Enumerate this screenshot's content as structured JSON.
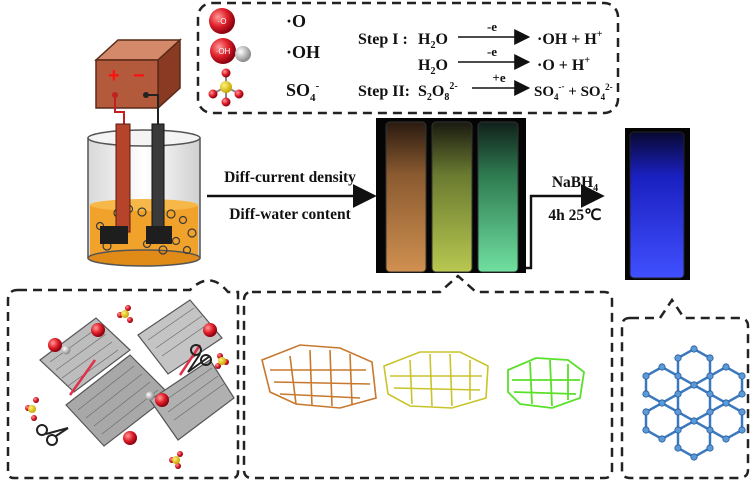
{
  "legend": {
    "radical_o": "·O",
    "radical_oh": "·OH",
    "radical_so4": "SO",
    "radical_so4_sub": "4",
    "radical_so4_sup": "-",
    "o_atom_label": "·O",
    "oh_atom_label": "·OH"
  },
  "reactions": {
    "step1_label": "Step I :",
    "step1_reactant": "H",
    "step1_reactant_sub": "2",
    "step1_reactant_end": "O",
    "step1_arrow_label": "-e",
    "step1_product": "·OH  + H",
    "step1_product_sup": "+",
    "step1b_reactant": "H",
    "step1b_reactant_sub": "2",
    "step1b_reactant_end": "O",
    "step1b_arrow_label": "-e",
    "step1b_product": "·O   + H",
    "step1b_product_sup": "+",
    "step2_label": "Step II:",
    "step2_reactant": "S",
    "step2_reactant_sub1": "2",
    "step2_reactant_mid": "O",
    "step2_reactant_sub2": "8",
    "step2_reactant_sup": "2-",
    "step2_arrow_label": "+e",
    "step2_product1": "SO",
    "step2_product1_sub": "4",
    "step2_product1_sup": "-·",
    "step2_plus": " + SO",
    "step2_product2_sub": "4",
    "step2_product2_sup": "2-"
  },
  "process": {
    "condition1": "Diff-current density",
    "condition2": "Diff-water content",
    "reagent": "NaBH",
    "reagent_sub": "4",
    "time_temp": "4h 25℃"
  },
  "power_source": {
    "plus": "+",
    "minus": "−"
  },
  "colors": {
    "anode": "#b5442a",
    "cathode": "#3a3a3a",
    "electrolyte": "#f0a22a",
    "battery": "#b45a3c",
    "vial_orange": "#c88a4a",
    "vial_yellow": "#b8c24a",
    "vial_green": "#6fd890",
    "vial_blue": "#2a30ff",
    "sheet_orange": "#c8782e",
    "sheet_yellow": "#c8c42a",
    "sheet_green": "#5ae02a",
    "sheet_blue": "#3a78c0"
  }
}
